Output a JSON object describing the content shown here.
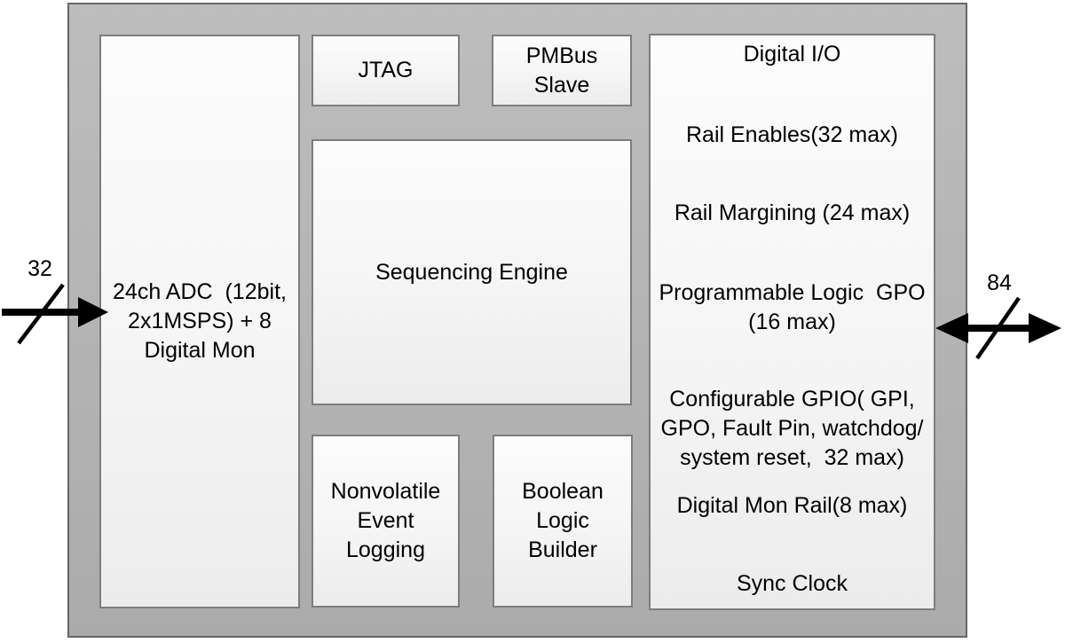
{
  "blocks": {
    "adc": {
      "label": "24ch ADC  (12bit,\n2x1MSPS) + 8\nDigital Mon"
    },
    "jtag": {
      "label": "JTAG"
    },
    "pmbus": {
      "label": "PMBus\nSlave"
    },
    "sequencing": {
      "label": "Sequencing Engine"
    },
    "nonvolatile": {
      "label": "Nonvolatile\nEvent\nLogging"
    },
    "boolean": {
      "label": "Boolean\nLogic\nBuilder"
    },
    "digital_io": {
      "title": "Digital I/O",
      "items": [
        "Rail Enables(32 max)",
        "Rail Margining (24 max)",
        "Programmable Logic  GPO\n(16 max)",
        "Configurable GPIO( GPI,\nGPO, Fault Pin, watchdog/\nsystem reset,  32 max)",
        "Digital Mon Rail(8 max)",
        "Sync Clock"
      ]
    }
  },
  "buses": {
    "left_input": {
      "width_label": "32",
      "direction": "in"
    },
    "right_io": {
      "width_label": "84",
      "direction": "bidirectional"
    }
  },
  "colors": {
    "chip_fill_top": "#bdbdbd",
    "chip_fill_bottom": "#ababab",
    "chip_border": "#666666",
    "block_border": "#7d7d7d",
    "arrow": "#000000",
    "text": "#000000"
  }
}
